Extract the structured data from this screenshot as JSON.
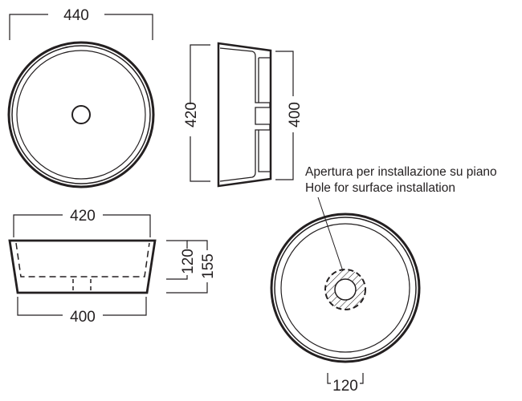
{
  "top_view": {
    "width_label": "440"
  },
  "side_view": {
    "height_outer_label": "420",
    "height_inner_label": "400"
  },
  "front_view": {
    "top_width_label": "420",
    "bottom_width_label": "400",
    "inner_depth_label": "120",
    "total_height_label": "155"
  },
  "bottom_view": {
    "note_it": "Apertura per installazione su piano",
    "note_en": "Hole for surface installation",
    "hole_label": "120"
  },
  "colors": {
    "line": "#231f20"
  }
}
